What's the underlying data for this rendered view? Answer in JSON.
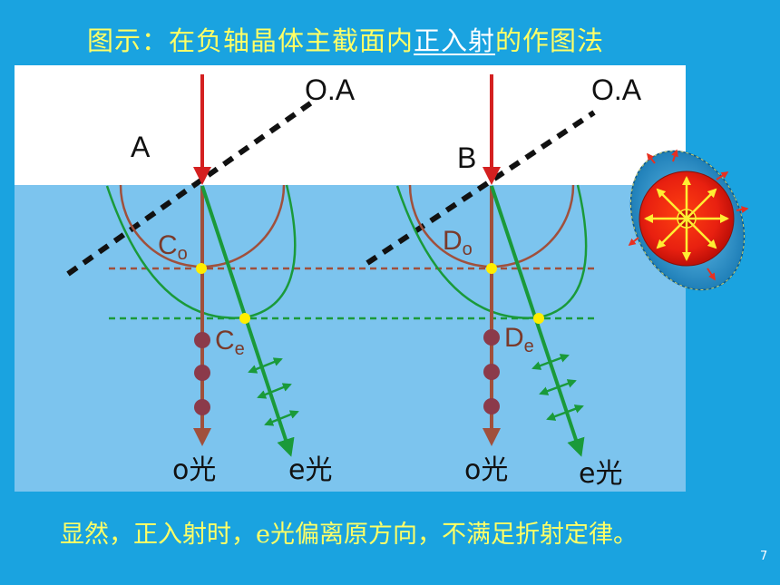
{
  "title": {
    "prefix": "图示：在负轴晶体主截面内",
    "highlight": "正入射",
    "suffix": "的作图法"
  },
  "diagram": {
    "left": {
      "axis_label": "O.A",
      "point_label": "A",
      "o_point": "C",
      "o_sub": "o",
      "e_point": "C",
      "e_sub": "e",
      "o_ray_label": "o光",
      "e_ray_label": "e光"
    },
    "right": {
      "axis_label": "O.A",
      "point_label": "B",
      "o_point": "D",
      "o_sub": "o",
      "e_point": "D",
      "e_sub": "e",
      "o_ray_label": "o光",
      "e_ray_label": "e光"
    }
  },
  "colors": {
    "background": "#1aa3e0",
    "crystal": "#7cc4ee",
    "air": "#ffffff",
    "incident_ray": "#d42020",
    "o_ray": "#a0503c",
    "e_ray": "#1a9a3a",
    "title_text": "#ffff66"
  },
  "caption": "显然，正入射时，e光偏离原方向，不满足折射定律。",
  "page_number": "7"
}
